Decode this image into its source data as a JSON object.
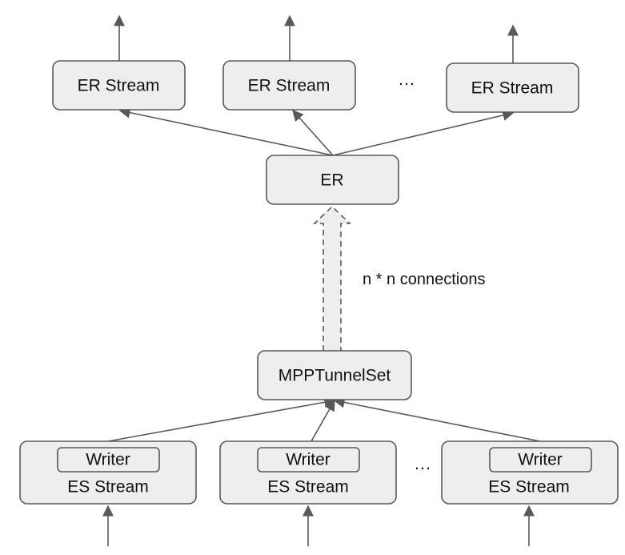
{
  "er_streams": [
    {
      "label": "ER Stream"
    },
    {
      "label": "ER Stream"
    },
    {
      "label": "ER Stream"
    }
  ],
  "er_ellipsis": "···",
  "er": {
    "label": "ER"
  },
  "connection_note": "n * n connections",
  "tunnel_set": {
    "label": "MPPTunnelSet"
  },
  "es_streams": [
    {
      "writer": "Writer",
      "label": "ES Stream"
    },
    {
      "writer": "Writer",
      "label": "ES Stream"
    },
    {
      "writer": "Writer",
      "label": "ES Stream"
    }
  ],
  "es_ellipsis": "···",
  "colors": {
    "box_fill": "#eeeeee",
    "stroke": "#595959",
    "text": "#111111"
  }
}
